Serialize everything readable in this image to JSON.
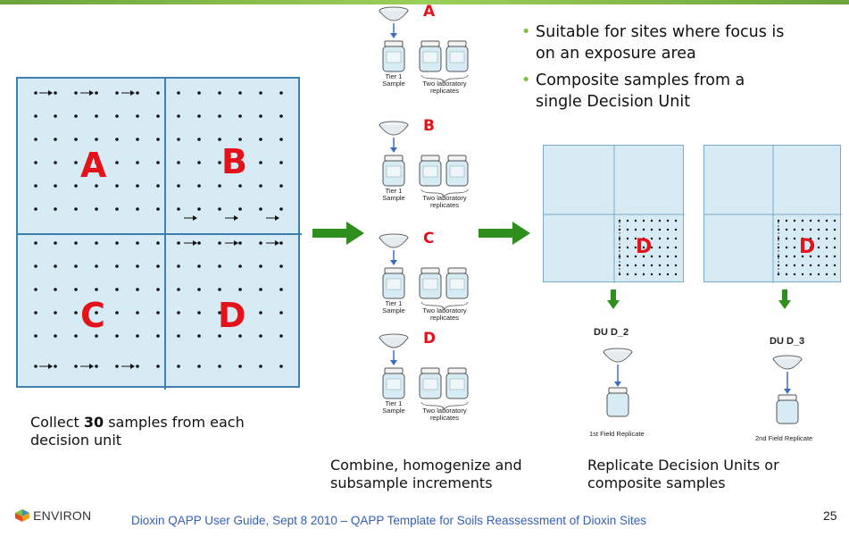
{
  "left_panel": {
    "letters": [
      "A",
      "B",
      "C",
      "D"
    ],
    "caption_pre": "Collect ",
    "caption_bold": "30",
    "caption_line1_post": " samples from each",
    "caption_line2": "decision unit"
  },
  "middle_panel": {
    "units": [
      {
        "letter": "A",
        "tier": "Tier 1\nSample",
        "replicates": "Two laboratory\nreplicates"
      },
      {
        "letter": "B",
        "tier": "Tier 1\nSample",
        "replicates": "Two laboratory\nreplicates"
      },
      {
        "letter": "C",
        "tier": "Tier 1\nSample",
        "replicates": "Two laboratory\nreplicates"
      },
      {
        "letter": "D",
        "tier": "Tier 1\nSample",
        "replicates": "Two laboratory\nreplicates"
      }
    ],
    "caption_line1": "Combine, homogenize and",
    "caption_line2": "subsample increments"
  },
  "bullets": [
    {
      "line1": "Suitable for sites where focus is",
      "line2": "on an exposure area"
    },
    {
      "line1": "Composite samples from a",
      "line2": "single Decision Unit"
    }
  ],
  "right_panel": {
    "letter_1": "D",
    "letter_2": "D",
    "du_1": "DU D_2",
    "du_2": "DU D_3",
    "rep_1": "1st Field Replicate",
    "rep_2": "2nd Field Replicate",
    "caption_line1": "Replicate Decision Units or",
    "caption_line2": "composite samples"
  },
  "footer": {
    "logo_text": "ENVIRON",
    "text": "Dioxin QAPP User Guide, Sept 8 2010 – QAPP Template for Soils Reassessment of Dioxin Sites",
    "page_number": "25"
  },
  "colors": {
    "grid_fill": "#d6ebf3",
    "grid_border": "#3f7fae",
    "label_red": "#e3121b",
    "arrow_green": "#2f8f1d",
    "bullet_green": "#7fc03f",
    "footer_blue": "#3360b8"
  }
}
